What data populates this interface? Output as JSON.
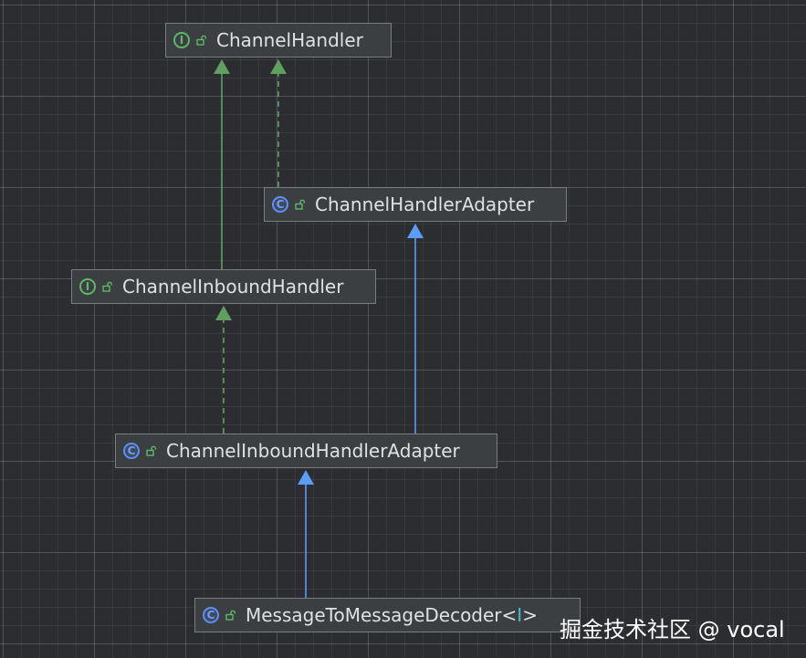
{
  "nodes": {
    "channel_handler": {
      "name": "ChannelHandler",
      "kind": "I"
    },
    "channel_handler_adapter": {
      "name": "ChannelHandlerAdapter",
      "kind": "C"
    },
    "channel_inbound_handler": {
      "name": "ChannelInboundHandler",
      "kind": "I"
    },
    "channel_inbound_handler_adapter": {
      "name": "ChannelInboundHandlerAdapter",
      "kind": "C"
    },
    "message_to_message_decoder": {
      "name": "MessageToMessageDecoder",
      "kind": "C",
      "generic_open": "<",
      "type_param": "I",
      "generic_close": ">"
    }
  },
  "edges": [
    {
      "from": "channel_inbound_handler",
      "to": "channel_handler",
      "relation": "extends",
      "style": "solid",
      "color": "#5fa05f"
    },
    {
      "from": "channel_handler_adapter",
      "to": "channel_handler",
      "relation": "implements",
      "style": "dashed",
      "color": "#5fa05f"
    },
    {
      "from": "channel_inbound_handler_adapter",
      "to": "channel_inbound_handler",
      "relation": "implements",
      "style": "dashed",
      "color": "#5fa05f"
    },
    {
      "from": "channel_inbound_handler_adapter",
      "to": "channel_handler_adapter",
      "relation": "extends",
      "style": "solid",
      "color": "#5b9cf5"
    },
    {
      "from": "message_to_message_decoder",
      "to": "channel_inbound_handler_adapter",
      "relation": "extends",
      "style": "solid",
      "color": "#5b9cf5"
    }
  ],
  "watermark": "掘金技术社区 @ vocal"
}
